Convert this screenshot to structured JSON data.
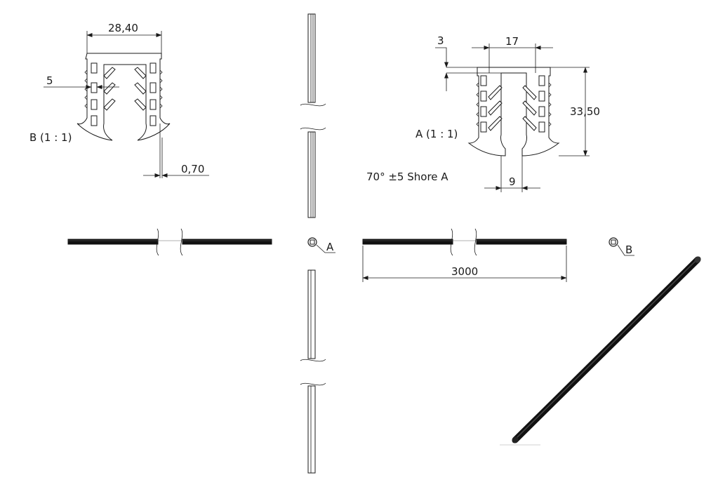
{
  "detail_b": {
    "label": "B (1 : 1)",
    "dim_width": "28,40",
    "dim_left": "5",
    "dim_bottom": "0,70"
  },
  "detail_a": {
    "label": "A (1 : 1)",
    "dim_top_left": "3",
    "dim_top_width": "17",
    "dim_height": "33,50",
    "dim_bottom": "9",
    "material": "70° ±5 Shore A"
  },
  "views": {
    "callout_a": "A",
    "callout_b": "B",
    "length": "3000"
  },
  "colors": {
    "line": "#1a1a1a",
    "profile_fill": "#111111",
    "background": "#ffffff"
  }
}
